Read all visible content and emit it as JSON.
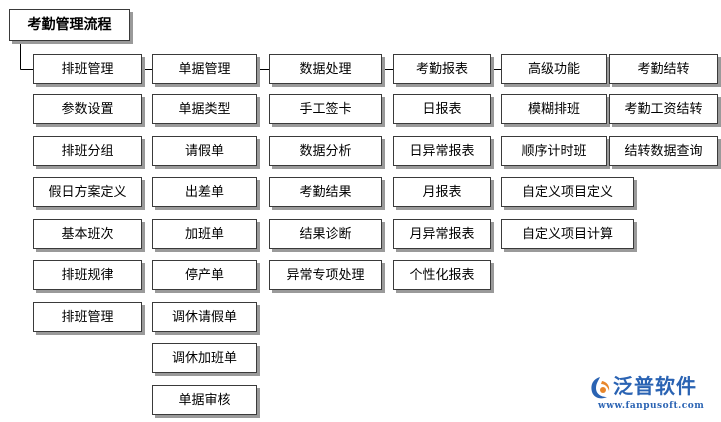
{
  "title": "考勤管理流程",
  "columns": [
    {
      "header": "排班管理",
      "items": [
        "参数设置",
        "排班分组",
        "假日方案定义",
        "基本班次",
        "排班规律",
        "排班管理"
      ]
    },
    {
      "header": "单据管理",
      "items": [
        "单据类型",
        "请假单",
        "出差单",
        "加班单",
        "停产单",
        "调休请假单",
        "调休加班单",
        "单据审核"
      ]
    },
    {
      "header": "数据处理",
      "items": [
        "手工签卡",
        "数据分析",
        "考勤结果",
        "结果诊断",
        "异常专项处理"
      ]
    },
    {
      "header": "考勤报表",
      "items": [
        "日报表",
        "日异常报表",
        "月报表",
        "月异常报表",
        "个性化报表"
      ]
    },
    {
      "header": "高级功能",
      "items": [
        "模糊排班",
        "顺序计时班",
        "自定义项目定义",
        "自定义项目计算"
      ]
    },
    {
      "header": "考勤结转",
      "items": [
        "考勤工资结转",
        "结转数据查询"
      ]
    }
  ],
  "logo": {
    "brand": "泛普软件",
    "url": "www.fanpusoft.com",
    "brand_color": "#2a63b3",
    "accent_color": "#e8862a"
  },
  "colors": {
    "border": "#3a3a3a",
    "shadow": "#9a9a9a",
    "line": "#000000"
  }
}
